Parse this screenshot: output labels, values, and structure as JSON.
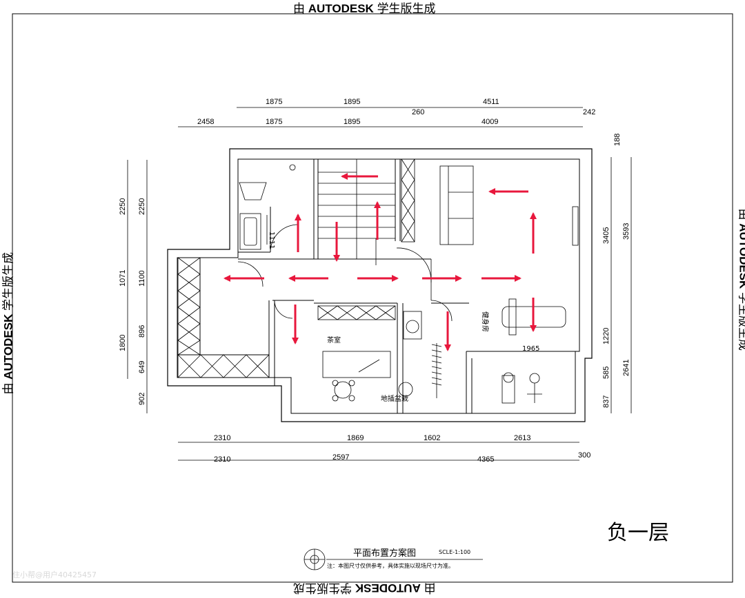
{
  "watermark": {
    "prefix": "由",
    "brand": "AUTODESK",
    "suffix": "学生版生成"
  },
  "top_dims_upper": [
    "1875",
    "1895",
    "4511"
  ],
  "top_dims_lower": [
    "2458",
    "1875",
    "1895",
    "260",
    "4009",
    "242"
  ],
  "left_dims_outer": [
    "2250",
    "1071",
    "1800",
    "902"
  ],
  "left_dims_inner": [
    "2250",
    "1100",
    "896",
    "649"
  ],
  "right_dims_inner": [
    "188",
    "3405",
    "1220",
    "585",
    "837"
  ],
  "right_dims_outer": [
    "3593",
    "2641"
  ],
  "bottom_dims_upper": [
    "2310",
    "1869",
    "1602",
    "2613"
  ],
  "bottom_dims_lower": [
    "2310",
    "2597",
    "4365",
    "300"
  ],
  "room_labels": {
    "tea_room": "茶室",
    "gym": "健身房",
    "plant": "地插盆栽",
    "width_1965": "1965",
    "toilet_mark": "1111"
  },
  "floor_label": "负一层",
  "legend": {
    "title": "平面布置方案图",
    "scale": "SCLE-1:100",
    "note": "注：本图尺寸仅供参考，具体实施以现场尺寸为准。"
  },
  "credit": "住小帮@用户40425457",
  "colors": {
    "arrow": "#e8173c",
    "line": "#000000",
    "watermark": "#000000"
  }
}
